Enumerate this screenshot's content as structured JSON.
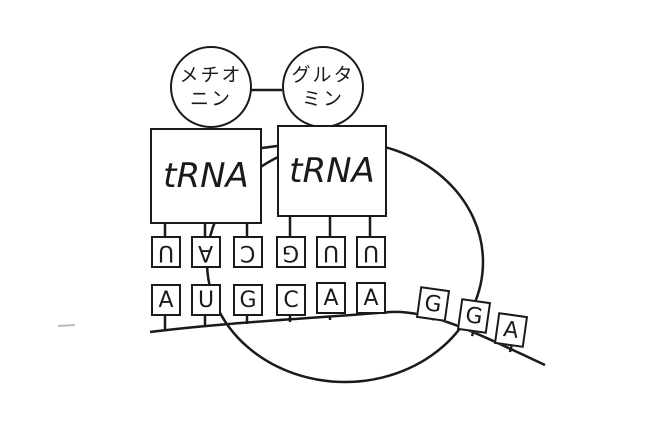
{
  "amino_acids": [
    "メチオ",
    "ニン",
    "グルタ",
    "ミン"
  ],
  "trna_label": "tRNA",
  "anticodons": [
    "U",
    "A",
    "C",
    "G",
    "U",
    "U"
  ],
  "codons": [
    "A",
    "U",
    "G",
    "C",
    "A",
    "A",
    "G",
    "G",
    "A"
  ],
  "colors": {
    "ink": "#1a1a1a",
    "paper": "#ffffff"
  }
}
